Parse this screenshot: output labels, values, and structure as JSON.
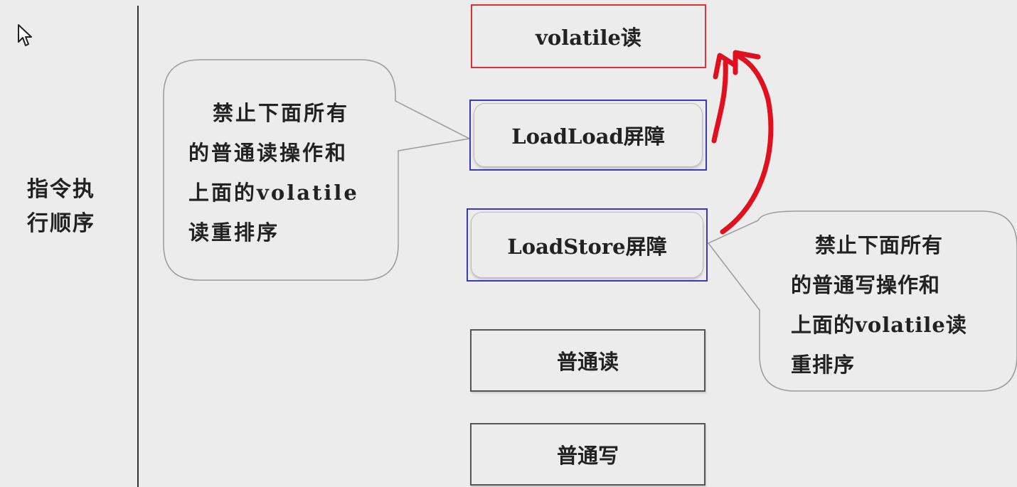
{
  "side_label": {
    "lines": [
      "指令执",
      "行顺序"
    ]
  },
  "boxes": {
    "volatile_read": "volatile读",
    "loadload_barrier": "LoadLoad屏障",
    "loadstore_barrier": "LoadStore屏障",
    "normal_read": "普通读",
    "normal_write": "普通写"
  },
  "callouts": {
    "left": {
      "lines": [
        "禁止下面所有",
        "的普通读操作和",
        "上面的volatile",
        "读重排序"
      ]
    },
    "right": {
      "lines": [
        "禁止下面所有",
        "的普通写操作和",
        "上面的volatile读",
        "重排序"
      ]
    }
  },
  "colors": {
    "background": "#ececec",
    "volatile_box_border": "#d9323a",
    "barrier_box_border": "#3a3ab8",
    "arrow": "#e0101e"
  },
  "icons": [
    "cursor-arrow-icon"
  ]
}
